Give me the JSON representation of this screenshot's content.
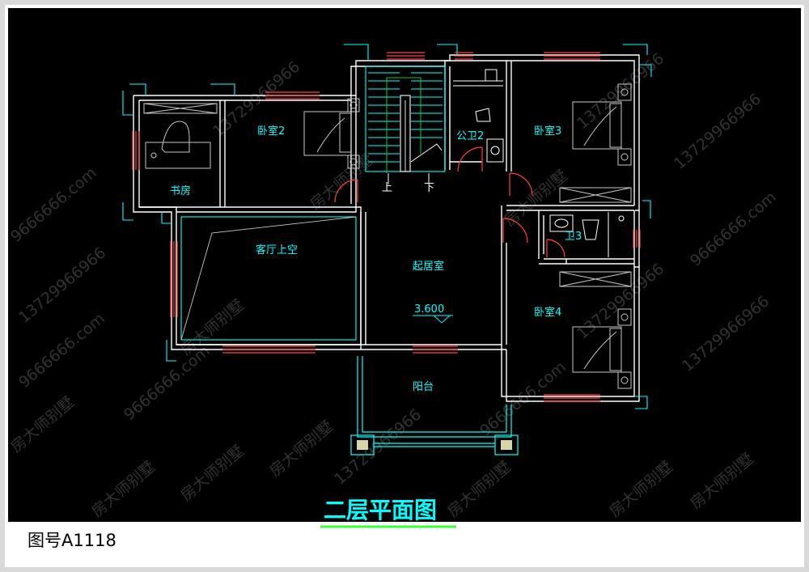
{
  "drawing": {
    "title": "二层平面图",
    "drawing_number": "图号A1118",
    "elevation": "3.600",
    "stair_up": "上",
    "stair_down": "下"
  },
  "rooms": {
    "study": "书房",
    "bedroom2": "卧室2",
    "public_bath2": "公卫2",
    "bedroom3": "卧室3",
    "living_void": "客厅上空",
    "family_room": "起居室",
    "bath3": "卫3",
    "bedroom4": "卧室4",
    "balcony": "阳台"
  },
  "watermarks": {
    "brand": "房大师别墅",
    "phone": "13729966966",
    "site": "9666666.com"
  },
  "colors": {
    "background": "#000000",
    "wall": "#ffffff",
    "window": "#ff4040",
    "outline": "#00ffff",
    "label": "#00ffff",
    "furniture": "#c8c8c8",
    "stair_axis": "#00cc44",
    "title": "#00ffff",
    "title_underline": "#33ff33"
  }
}
